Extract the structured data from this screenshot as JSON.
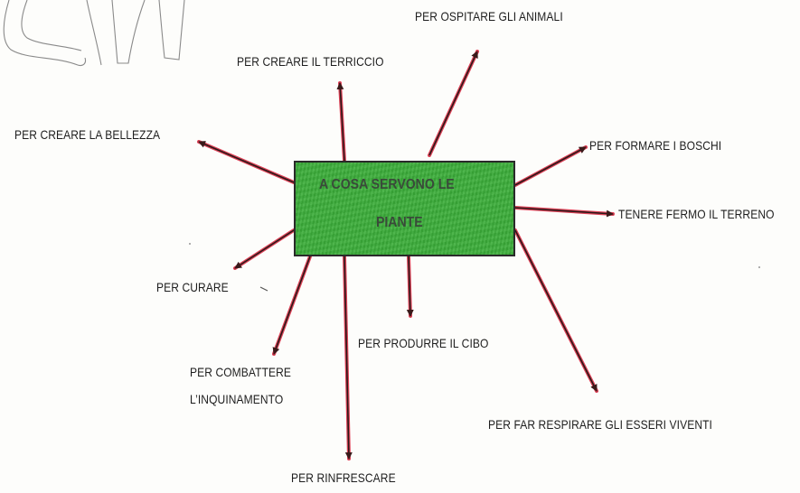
{
  "center": {
    "line1": "A COSA SERVONO LE",
    "line2": "PIANTE",
    "fill_color": "#3cae3a"
  },
  "branches": [
    {
      "id": "ospitare",
      "text": "PER OSPITARE GLI ANIMALI"
    },
    {
      "id": "terriccio",
      "text": "PER CREARE IL TERRICCIO"
    },
    {
      "id": "bellezza",
      "text": "PER CREARE LA BELLEZZA"
    },
    {
      "id": "boschi",
      "text": "PER FORMARE I BOSCHI"
    },
    {
      "id": "terreno",
      "text": "TENERE FERMO IL TERRENO"
    },
    {
      "id": "curare",
      "text": "PER CURARE"
    },
    {
      "id": "cibo",
      "text": "PER PRODURRE IL CIBO"
    },
    {
      "id": "inquinamento_1",
      "text": "PER COMBATTERE"
    },
    {
      "id": "inquinamento_2",
      "text": "L’INQUINAMENTO"
    },
    {
      "id": "respirare",
      "text": "PER FAR RESPIRARE GLI ESSERI VIVENTI"
    },
    {
      "id": "rinfrescare",
      "text": "PER RINFRESCARE"
    }
  ],
  "arrow_colors": {
    "shaft": "#2b1a1a",
    "highlight": "#d8213a"
  }
}
